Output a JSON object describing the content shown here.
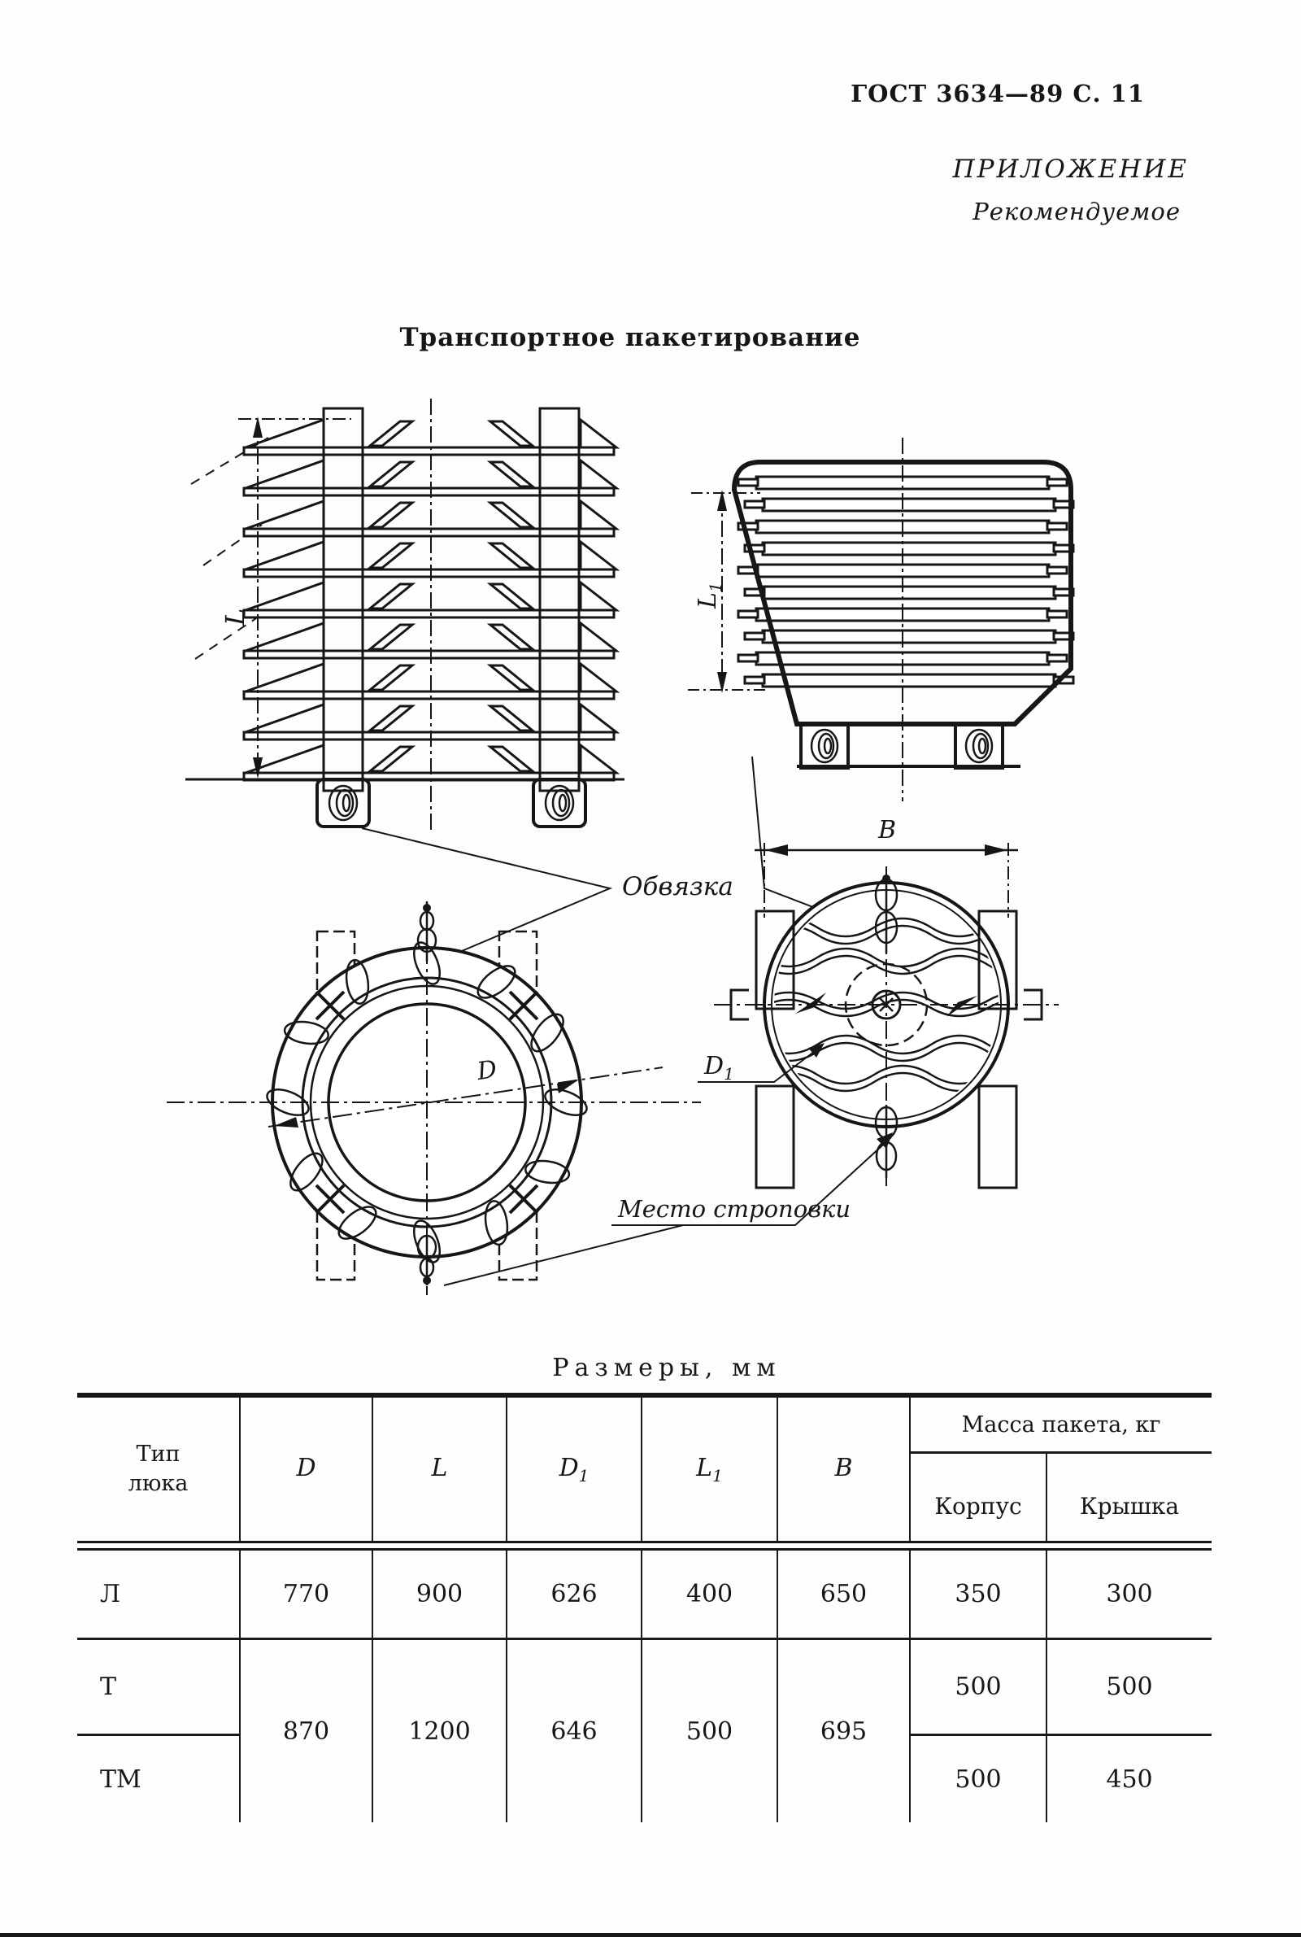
{
  "page": {
    "doc_ref": "ГОСТ 3634—89 С. 11",
    "appendix": "ПРИЛОЖЕНИЕ",
    "appendix_kind": "Рекомендуемое",
    "title": "Транспортное пакетирование"
  },
  "drawing": {
    "dim_L": "L",
    "dim_L1_main": "L",
    "dim_L1_sub": "1",
    "dim_B": "B",
    "dim_D": "D",
    "dim_D1_main": "D",
    "dim_D1_sub": "1",
    "label_strapping": "Обвязка",
    "label_sling": "Место строповки"
  },
  "table": {
    "caption": "Размеры, мм",
    "type_header_line1": "Тип",
    "type_header_line2": "люка",
    "cols": [
      {
        "main": "D",
        "sub": ""
      },
      {
        "main": "L",
        "sub": ""
      },
      {
        "main": "D",
        "sub": "1"
      },
      {
        "main": "L",
        "sub": "1"
      },
      {
        "main": "B",
        "sub": ""
      }
    ],
    "mass_header": "Масса пакета, кг",
    "mass_sub_korpus": "Корпус",
    "mass_sub_kryshka": "Крышка",
    "row_l": {
      "type": "Л",
      "d": "770",
      "l": "900",
      "d1": "626",
      "l1": "400",
      "b": "650",
      "korpus": "350",
      "kryshka": "300"
    },
    "row_t": {
      "type": "Т",
      "korpus": "500",
      "kryshka": "500"
    },
    "row_tm": {
      "type": "ТМ",
      "korpus": "500",
      "kryshka": "450"
    },
    "merged": {
      "d": "870",
      "l": "1200",
      "d1": "646",
      "l1": "500",
      "b": "695"
    }
  }
}
